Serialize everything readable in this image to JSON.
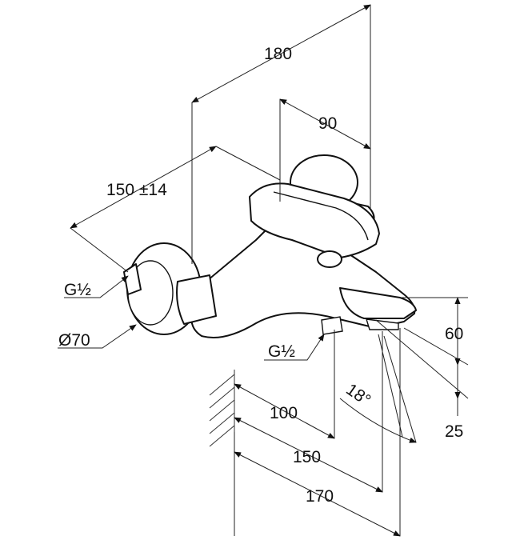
{
  "dimensions": {
    "width_180": "180",
    "depth_90": "90",
    "centres_150_14": "150 ±14",
    "thread_left": "G½",
    "diameter_70": "Ø70",
    "thread_spout": "G½",
    "height_60": "60",
    "angle_18": "18°",
    "height_25": "25",
    "proj_100": "100",
    "proj_150": "150",
    "proj_170": "170"
  }
}
